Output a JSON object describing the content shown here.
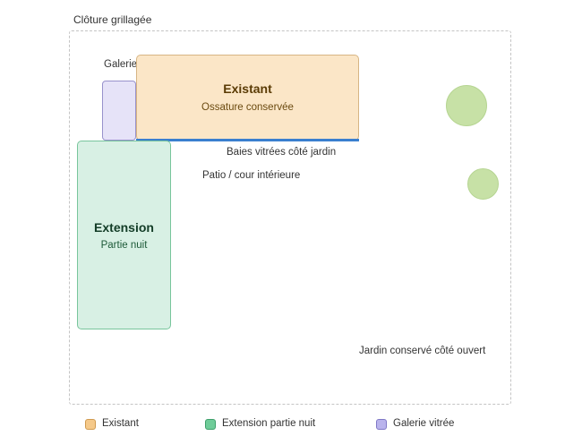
{
  "fence": {
    "label": "Clôture grillagée"
  },
  "existing": {
    "title": "Existant",
    "subtitle": "Ossature conservée",
    "glazing_label": "Baies vitrées côté jardin"
  },
  "gallery": {
    "label": "Galerie"
  },
  "extension": {
    "title": "Extension",
    "subtitle": "Partie nuit"
  },
  "patio": {
    "label": "Patio / cour intérieure"
  },
  "garden": {
    "label": "Jardin conservé côté ouvert"
  },
  "legend": [
    {
      "label": "Existant",
      "color": "#f5c98a"
    },
    {
      "label": "Extension partie nuit",
      "color": "#6fcc99"
    },
    {
      "label": "Galerie vitrée",
      "color": "#b9b3ec"
    }
  ],
  "colors": {
    "existing": "#fbe6c7",
    "extension": "#d8f0e4",
    "gallery": "#e6e3f8",
    "glazing": "#3a7fcf",
    "trees": "#c7e1a6"
  }
}
